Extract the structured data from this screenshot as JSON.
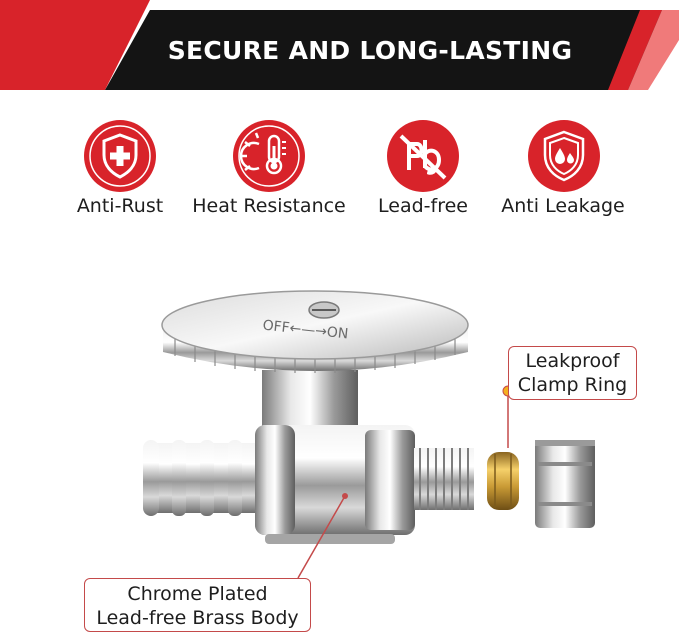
{
  "banner": {
    "title": "SECURE AND LONG-LASTING",
    "colors": {
      "dark": "#141414",
      "red": "#d8232a",
      "light_red": "#f07a7a"
    }
  },
  "features": [
    {
      "label": "Anti-Rust",
      "icon": "shield-plus-icon"
    },
    {
      "label": "Heat Resistance",
      "icon": "thermometer-sun-icon"
    },
    {
      "label": "Lead-free",
      "icon": "no-lead-pb-icon"
    },
    {
      "label": "Anti Leakage",
      "icon": "shield-water-drops-icon"
    }
  ],
  "product": {
    "handle_text": "OFF←—→ON",
    "callouts": {
      "ring": {
        "line1": "Leakproof",
        "line2": "Clamp Ring"
      },
      "body": {
        "line1": "Chrome Plated",
        "line2": "Lead-free Brass Body"
      }
    }
  },
  "accent_color": "#d8232a"
}
